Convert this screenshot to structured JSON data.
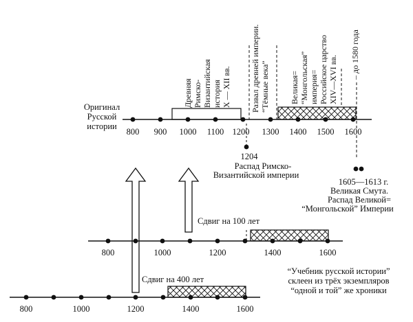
{
  "timelines": {
    "original": {
      "label_lines": [
        "Оригинал",
        "Русской",
        "истории"
      ],
      "ticks": [
        "800",
        "900",
        "1000",
        "1100",
        "1200",
        "1300",
        "1400",
        "1500",
        "1600"
      ]
    },
    "middle": {
      "ticks": [
        "800",
        "1000",
        "1200",
        "1400",
        "1600"
      ]
    },
    "bottom": {
      "ticks": [
        "800",
        "1000",
        "1200",
        "1400",
        "1600"
      ]
    }
  },
  "periods": {
    "roman": [
      "Древняя",
      "Римско-",
      "Византийская",
      "история",
      "X — XII вв."
    ],
    "collapse": [
      "Развал древней империи.",
      "“Тёмные века”"
    ],
    "great": [
      "Великая=",
      "“Монгольская”",
      "империя=",
      "Российское царство",
      "XIV—XVI вв."
    ],
    "to1580": "– до 1580 года"
  },
  "annotations": {
    "event_1204": [
      "1204",
      "Распад Римско-",
      "Византийской империи"
    ],
    "event_1605": [
      "1605—1613 г.",
      "Великая Смута.",
      "Распад Великой=",
      "“Монгольской” Империи"
    ],
    "shift_100": "Сдвиг на 100 лет",
    "shift_400": "Сдвиг на 400 лет",
    "textbook": [
      "“Учебник русской истории”",
      "склеен из трёх экземпляров",
      "“одной и той” же хроники"
    ]
  },
  "colors": {
    "ink": "#111111",
    "background": "#ffffff"
  }
}
